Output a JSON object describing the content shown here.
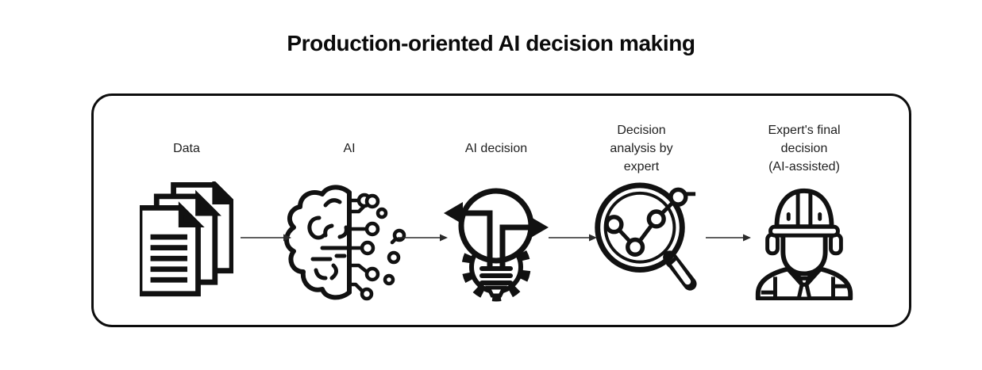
{
  "page": {
    "title": "Production-oriented AI decision making",
    "background_color": "#ffffff"
  },
  "diagram": {
    "border_color": "#0d0d0d",
    "icon_stroke_color": "#111111",
    "text_color": "#1f1f1f",
    "connector_style": "thin-right-arrow",
    "steps": [
      {
        "name": "data",
        "icon": "documents-stack-icon",
        "label": "Data",
        "lines": [
          "Data"
        ]
      },
      {
        "name": "ai",
        "icon": "brain-circuit-icon",
        "label": "AI",
        "lines": [
          "AI"
        ]
      },
      {
        "name": "ai-decision",
        "icon": "lightbulb-gear-decision-icon",
        "label": "AI decision",
        "lines": [
          "AI decision"
        ]
      },
      {
        "name": "decision-analysis-by-expert",
        "icon": "magnifier-chart-icon",
        "label": "Decision analysis by expert",
        "lines": [
          "Decision",
          "analysis by",
          "expert"
        ]
      },
      {
        "name": "experts-final-decision",
        "icon": "engineer-hardhat-icon",
        "label": "Expert's final decision (AI-assisted)",
        "lines": [
          "Expert's final",
          "decision",
          "(AI-assisted)"
        ]
      }
    ]
  }
}
